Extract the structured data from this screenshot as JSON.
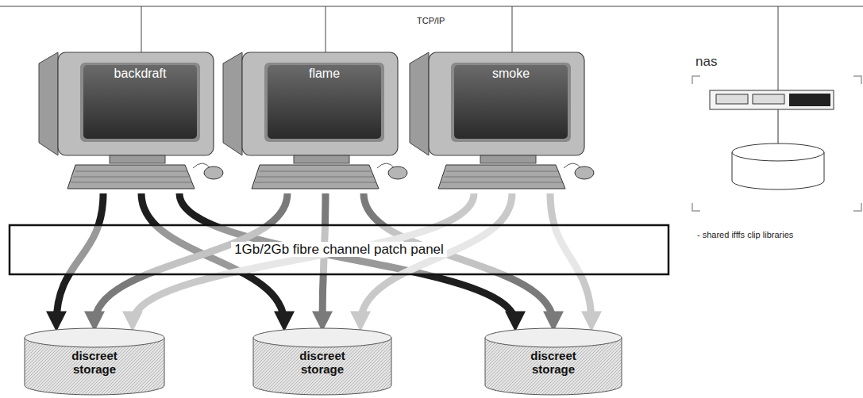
{
  "diagram": {
    "nodes": [
      {
        "text": [
          "backdraft"
        ]
      },
      {
        "text": [
          "flame"
        ]
      },
      {
        "text": [
          "smoke"
        ]
      },
      {
        "text": [
          "nas"
        ]
      },
      {
        "text": [
          "1Gb/2Gb fibre channel patch panel"
        ]
      },
      {
        "text": [
          "discreet storage"
        ]
      },
      {
        "text": [
          "discreet storage"
        ]
      },
      {
        "text": [
          "discreet storage"
        ]
      }
    ],
    "edges": [
      {
        "from": 0,
        "to": 5,
        "arrow": "to"
      },
      {
        "from": 0,
        "to": 6,
        "arrow": "to"
      },
      {
        "from": 0,
        "to": 7,
        "arrow": "to"
      },
      {
        "from": 1,
        "to": 5,
        "arrow": "to"
      },
      {
        "from": 1,
        "to": 6,
        "arrow": "to"
      },
      {
        "from": 1,
        "to": 7,
        "arrow": "to"
      },
      {
        "from": 2,
        "to": 5,
        "arrow": "to"
      },
      {
        "from": 2,
        "to": 6,
        "arrow": "to"
      },
      {
        "from": 2,
        "to": 7,
        "arrow": "to"
      }
    ],
    "labels": [
      "TCP/IP",
      "- shared ifffs clip libraries"
    ]
  }
}
